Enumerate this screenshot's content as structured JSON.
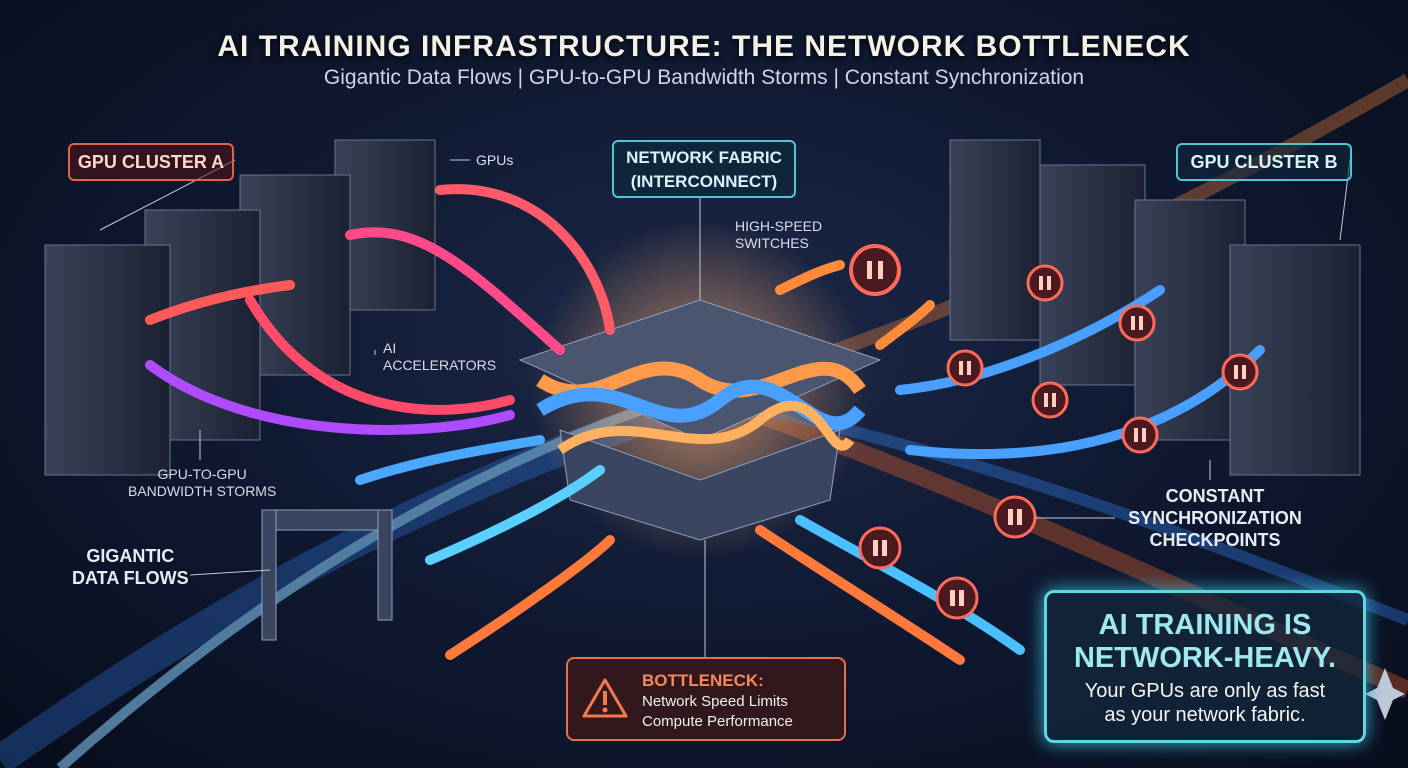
{
  "title": "AI TRAINING INFRASTRUCTURE: THE NETWORK BOTTLENECK",
  "subtitle": "Gigantic Data Flows | GPU-to-GPU Bandwidth Storms | Constant Synchronization",
  "clusters": {
    "a": "GPU CLUSTER A",
    "b": "GPU CLUSTER B"
  },
  "fabric": {
    "line1": "NETWORK FABRIC",
    "line2": "(INTERCONNECT)"
  },
  "labels": {
    "gpus": "GPUs",
    "ai_accel_1": "AI",
    "ai_accel_2": "ACCELERATORS",
    "switches_1": "HIGH-SPEED",
    "switches_2": "SWITCHES",
    "storms_1": "GPU-TO-GPU",
    "storms_2": "BANDWIDTH STORMS",
    "flows_1": "GIGANTIC",
    "flows_2": "DATA FLOWS",
    "sync_1": "CONSTANT",
    "sync_2": "SYNCHRONIZATION",
    "sync_3": "CHECKPOINTS"
  },
  "bottleneck": {
    "title": "BOTTLENECK:",
    "line1": "Network Speed Limits",
    "line2": "Compute Performance"
  },
  "callout": {
    "title1": "AI TRAINING IS",
    "title2": "NETWORK-HEAVY.",
    "body1": "Your GPUs are only as fast",
    "body2": "as your network fabric."
  },
  "colors": {
    "accent_red": "#e4604a",
    "accent_cyan": "#4fc6d8",
    "flow_blue": "#3a8cff",
    "flow_orange": "#ff8a3a",
    "flow_purple": "#b04cff"
  }
}
